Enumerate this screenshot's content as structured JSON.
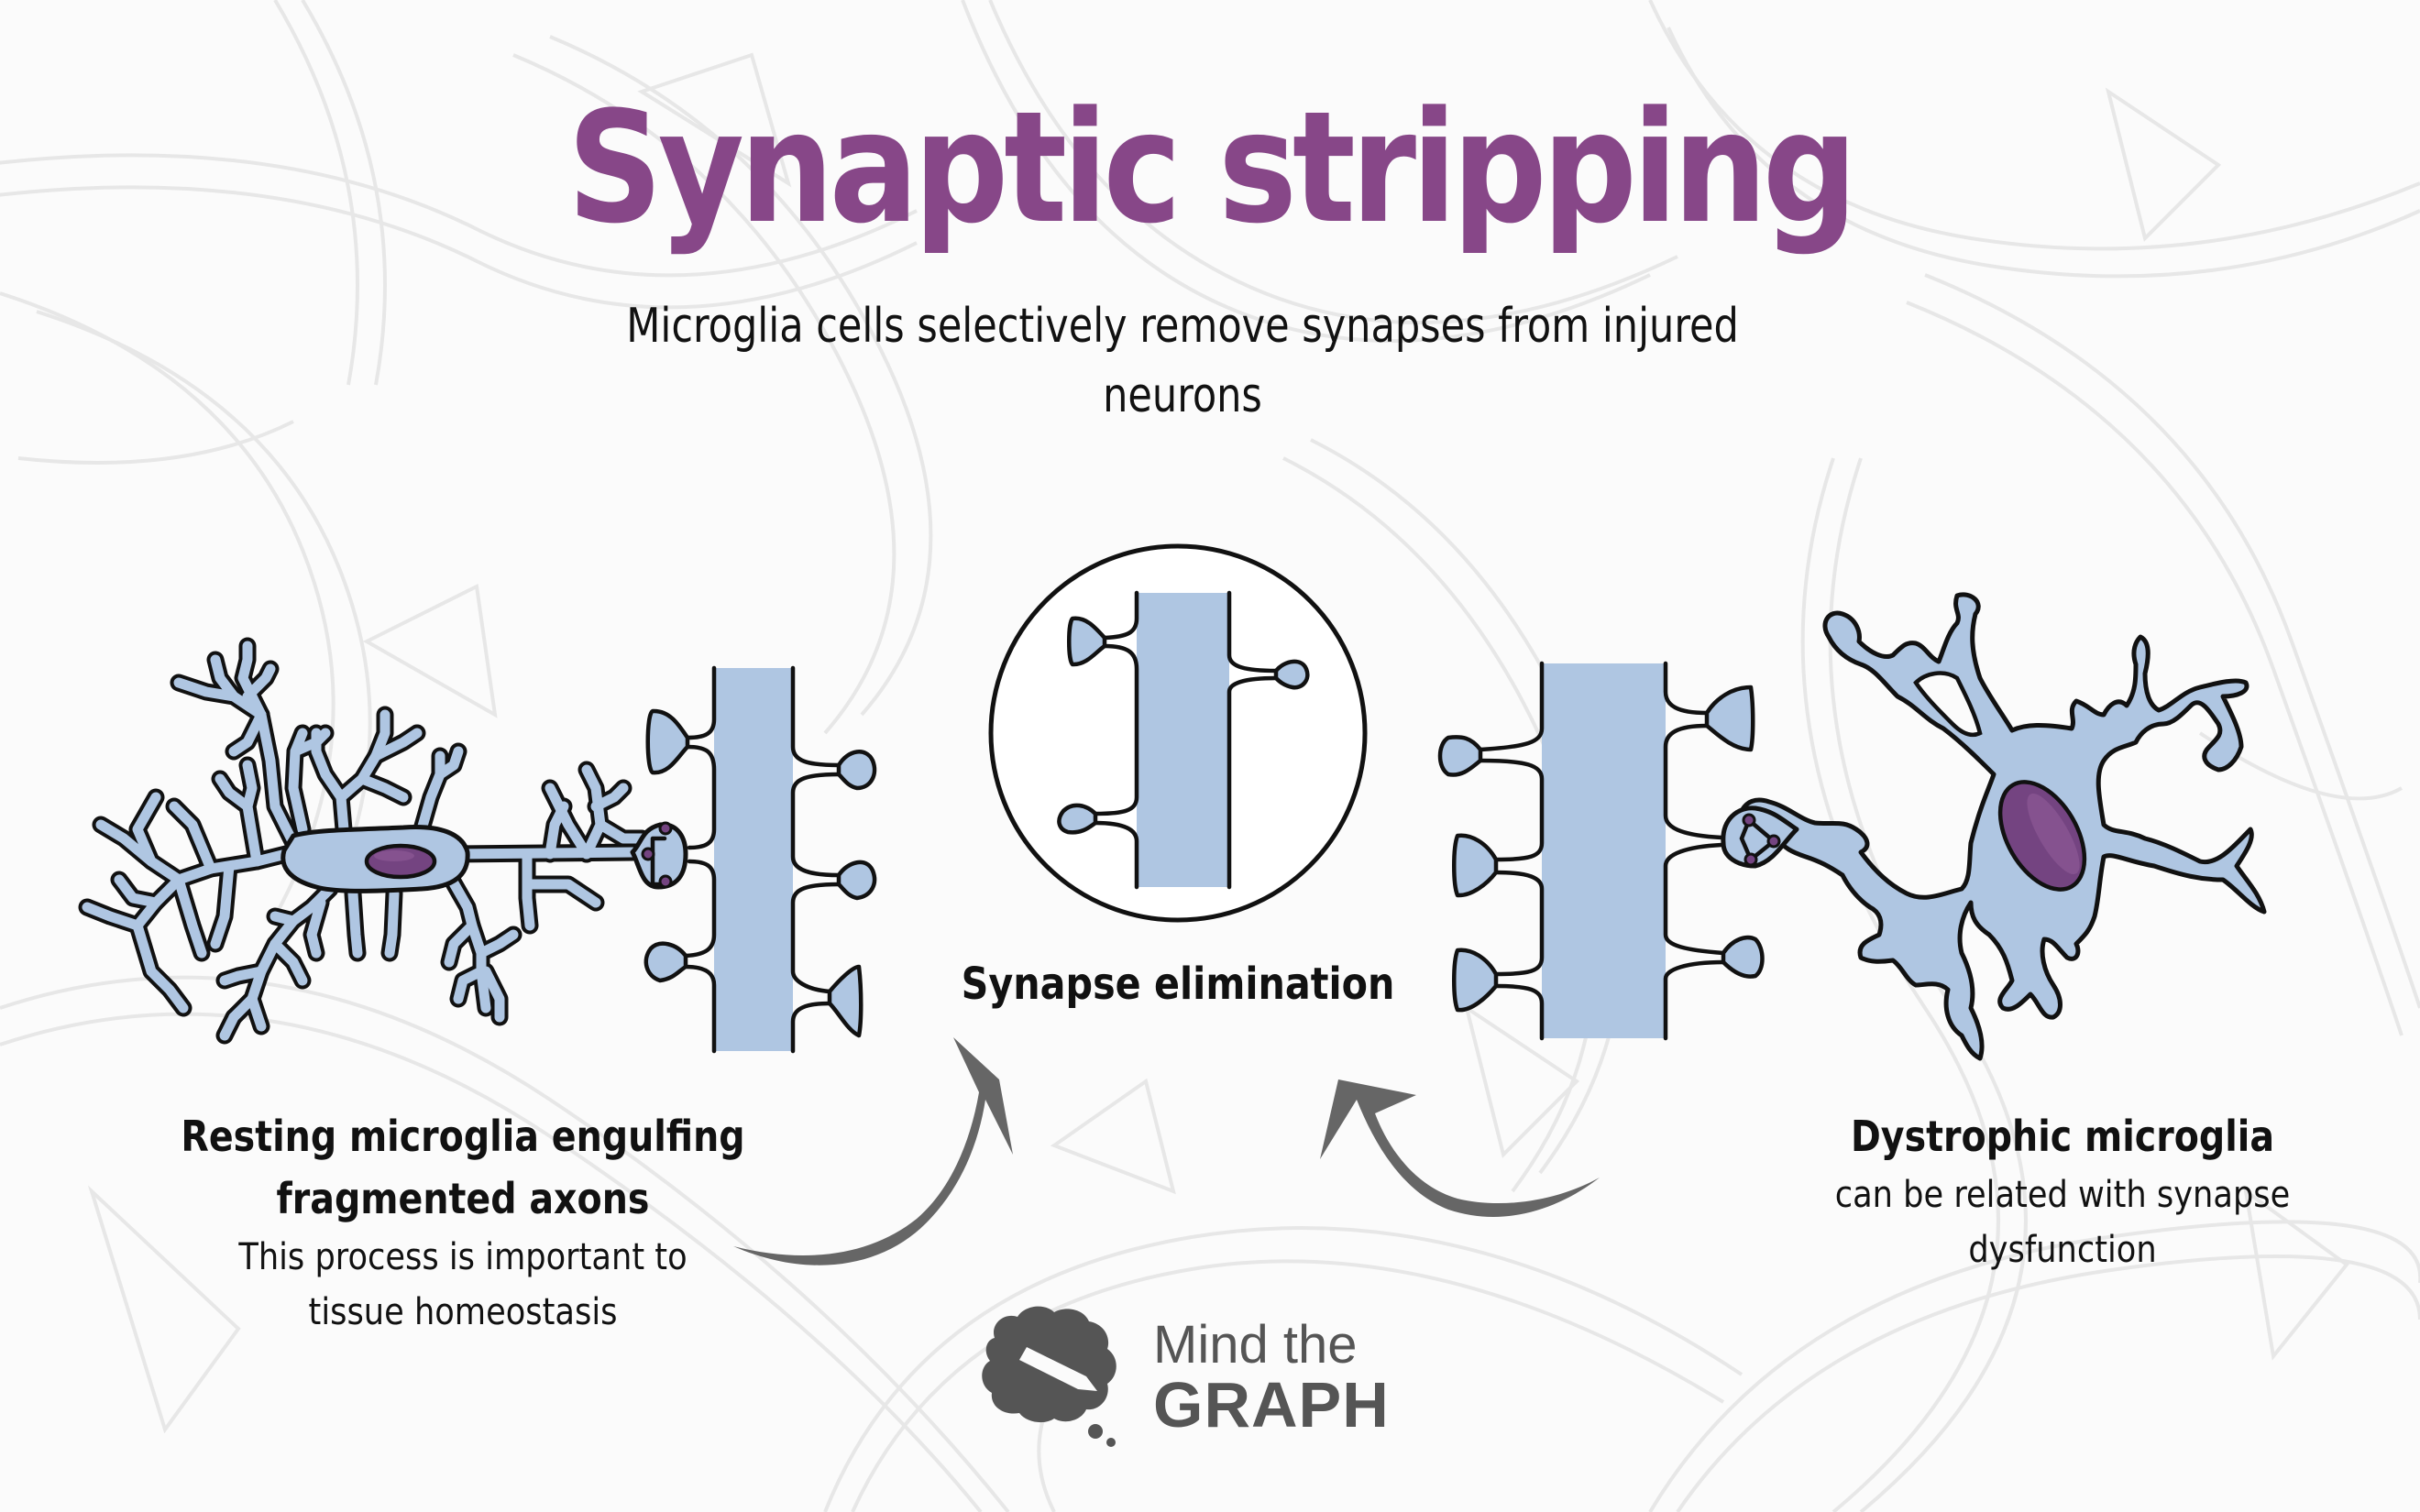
{
  "title": "Synaptic stripping",
  "subtitle": {
    "line1": "Microglia cells selectively remove synapses from injured",
    "line2": "neurons"
  },
  "panels": {
    "left": {
      "heading_line1": "Resting microglia engulfing",
      "heading_line2": "fragmented axons",
      "body_line1": "This process is important to",
      "body_line2": "tissue homeostasis",
      "illustration": "resting-microglia-and-dendrite"
    },
    "center": {
      "label": "Synapse elimination",
      "illustration": "dendrite-with-remaining-spines-in-circle"
    },
    "right": {
      "heading": "Dystrophic microglia",
      "body_line1": "can be related with synapse",
      "body_line2": "dysfunction",
      "illustration": "dystrophic-microglia-and-dendrite"
    }
  },
  "arrows": [
    {
      "from": "left-panel",
      "to": "center-panel",
      "icon": "curved-arrow-up-right-icon"
    },
    {
      "from": "right-panel",
      "to": "center-panel",
      "icon": "curved-arrow-up-left-icon"
    }
  ],
  "logo": {
    "line1": "Mind the",
    "line2": "GRAPH",
    "icon": "brain-pencil-icon"
  },
  "colors": {
    "title": "#874788",
    "cell_fill": "#afc6e2",
    "nucleus": "#744481",
    "nucleus_highlight": "#85528f",
    "outline": "#111111",
    "arrow": "#666666",
    "logo": "#555555",
    "background": "#fbfbfb",
    "pattern": "#e6e6e6"
  }
}
